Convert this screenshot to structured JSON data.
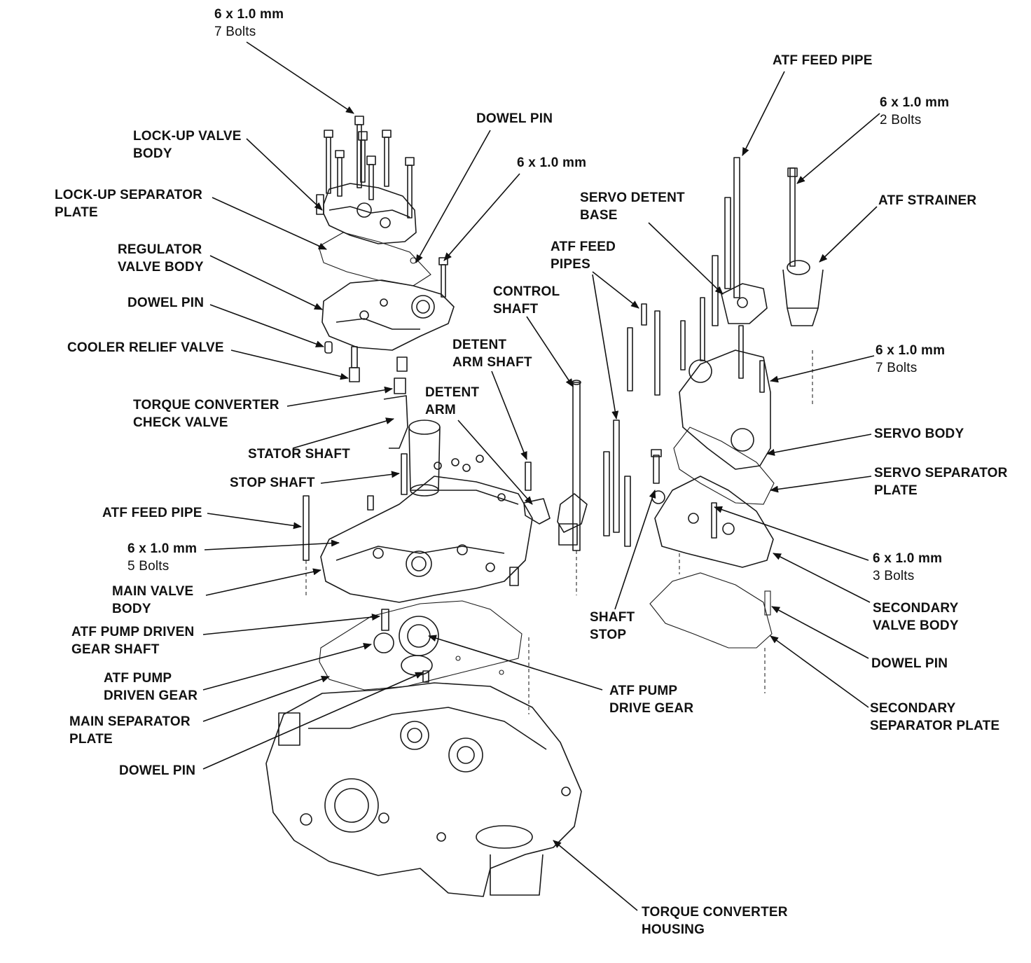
{
  "labels": {
    "bolts_lockup_a": "6 x 1.0 mm",
    "bolts_lockup_b": "7 Bolts",
    "lockup_valve_body_a": "LOCK-UP VALVE",
    "lockup_valve_body_b": "BODY",
    "lockup_sep_plate_a": "LOCK-UP SEPARATOR",
    "lockup_sep_plate_b": "PLATE",
    "regulator_a": "REGULATOR",
    "regulator_b": "VALVE BODY",
    "dowel_pin_1": "DOWEL PIN",
    "cooler_relief": "COOLER RELIEF VALVE",
    "tc_check_a": "TORQUE CONVERTER",
    "tc_check_b": "CHECK VALVE",
    "stator_shaft": "STATOR SHAFT",
    "stop_shaft": "STOP SHAFT",
    "atf_feed_pipe_left": "ATF FEED PIPE",
    "bolts_main_a": "6 x 1.0 mm",
    "bolts_main_b": "5 Bolts",
    "main_valve_a": "MAIN VALVE",
    "main_valve_b": "BODY",
    "pump_driven_shaft_a": "ATF PUMP DRIVEN",
    "pump_driven_shaft_b": "GEAR SHAFT",
    "pump_driven_gear_a": "ATF PUMP",
    "pump_driven_gear_b": "DRIVEN GEAR",
    "main_sep_a": "MAIN SEPARATOR",
    "main_sep_b": "PLATE",
    "dowel_pin_bottom": "DOWEL PIN",
    "dowel_pin_top": "DOWEL PIN",
    "bolt_6x1_single": "6 x 1.0 mm",
    "detent_arm_shaft_a": "DETENT",
    "detent_arm_shaft_b": "ARM SHAFT",
    "detent_arm_a": "DETENT",
    "detent_arm_b": "ARM",
    "control_shaft_a": "CONTROL",
    "control_shaft_b": "SHAFT",
    "pump_drive_gear_a": "ATF PUMP",
    "pump_drive_gear_b": "DRIVE GEAR",
    "tc_housing_a": "TORQUE CONVERTER",
    "tc_housing_b": "HOUSING",
    "atf_feed_pipe_top": "ATF FEED PIPE",
    "bolts_servo_top_a": "6 x 1.0 mm",
    "bolts_servo_top_b": "2 Bolts",
    "atf_strainer": "ATF STRAINER",
    "servo_detent_a": "SERVO DETENT",
    "servo_detent_b": "BASE",
    "atf_feed_pipes_a": "ATF FEED",
    "atf_feed_pipes_b": "PIPES",
    "bolts_servo_a": "6 x 1.0 mm",
    "bolts_servo_b": "7 Bolts",
    "servo_body": "SERVO BODY",
    "servo_sep_a": "SERVO SEPARATOR",
    "servo_sep_b": "PLATE",
    "bolts_secondary_a": "6 x 1.0 mm",
    "bolts_secondary_b": "3 Bolts",
    "secondary_valve_a": "SECONDARY",
    "secondary_valve_b": "VALVE BODY",
    "dowel_pin_right": "DOWEL PIN",
    "shaft_stop_a": "SHAFT",
    "shaft_stop_b": "STOP",
    "secondary_sep_a": "SECONDARY",
    "secondary_sep_b": "SEPARATOR PLATE"
  },
  "colors": {
    "ink": "#111111",
    "background": "#ffffff"
  }
}
